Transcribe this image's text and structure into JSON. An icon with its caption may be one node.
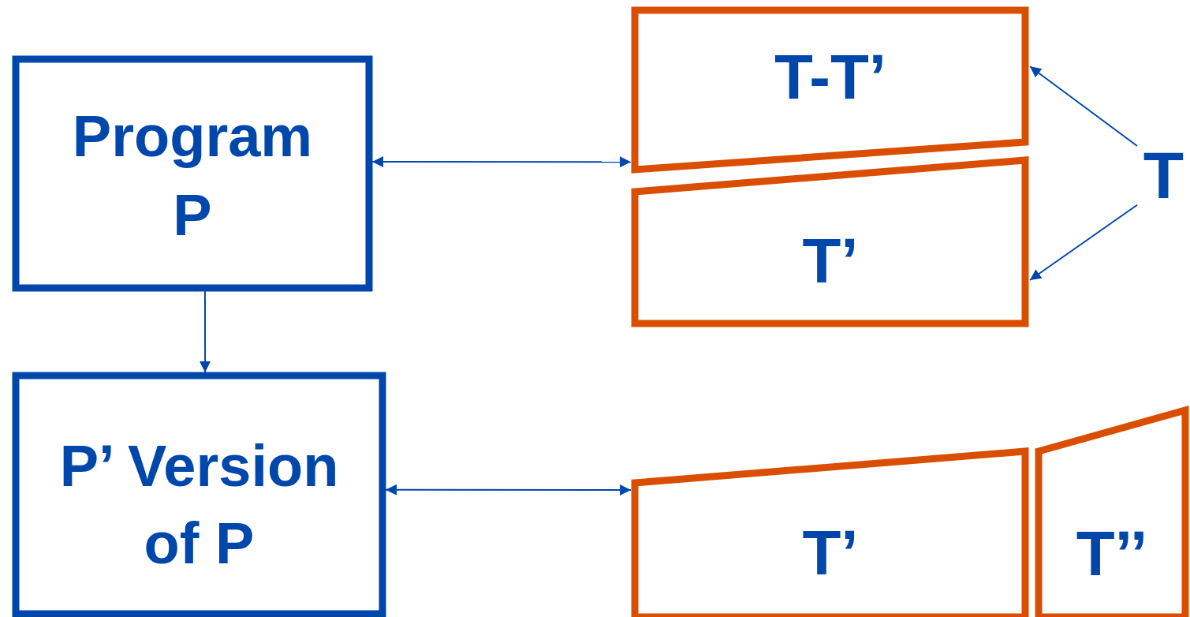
{
  "diagram": {
    "nodes": [
      {
        "text": [
          "Program P"
        ]
      },
      {
        "text": [
          "T-T’"
        ]
      },
      {
        "text": [
          "T"
        ]
      },
      {
        "text": [
          "T’"
        ]
      },
      {
        "text": [
          "P’ Version of P"
        ]
      },
      {
        "text": [
          "T’"
        ]
      },
      {
        "text": [
          "T’’"
        ]
      }
    ],
    "edges": [
      {
        "from": 0,
        "to": 1,
        "arrow": "both"
      },
      {
        "from": 2,
        "to": 1,
        "arrow": "to"
      },
      {
        "from": 2,
        "to": 3,
        "arrow": "to"
      },
      {
        "from": 0,
        "to": 4,
        "arrow": "to"
      },
      {
        "from": 4,
        "to": 5,
        "arrow": "both"
      }
    ]
  }
}
